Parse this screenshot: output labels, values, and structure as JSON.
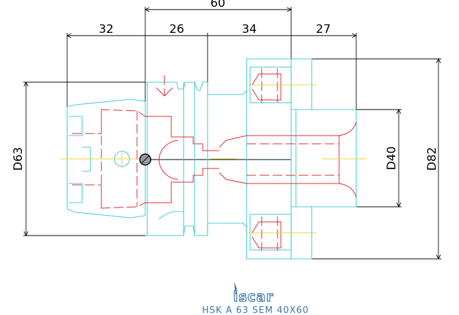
{
  "dimensions": {
    "top_overall": "60",
    "seg_1": "32",
    "seg_2": "26",
    "seg_3": "34",
    "seg_4": "27",
    "left_diameter": "D63",
    "right_small_diameter": "D40",
    "right_large_diameter": "D82"
  },
  "logo": {
    "text": "iscar",
    "color": "#3a74a8"
  },
  "part_label": "HSK A 63 SEM 40X60",
  "colors": {
    "outline": "#49c9d8",
    "hidden": "#e0242a",
    "dimension": "#000000",
    "centerline": "#e8d23a"
  }
}
